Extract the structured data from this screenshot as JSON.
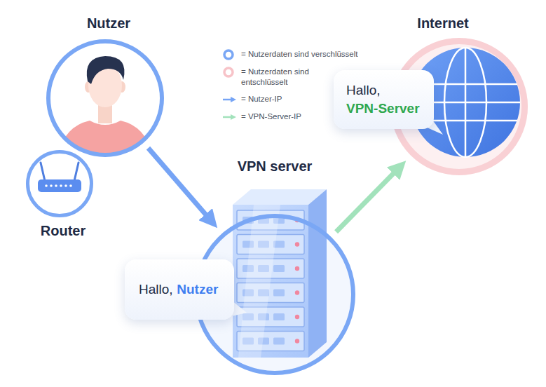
{
  "diagram": {
    "nodes": [
      {
        "text": [
          "Nutzer"
        ]
      },
      {
        "text": [
          "Internet"
        ]
      },
      {
        "text": [
          "Hallo,",
          "VPN-Server"
        ]
      },
      {
        "text": [
          "Router"
        ]
      },
      {
        "text": [
          "VPN server"
        ]
      },
      {
        "text": [
          "Hallo,",
          "Nutzer"
        ]
      }
    ],
    "edges": [
      {
        "from": 0,
        "to": 4,
        "arrow": "to"
      },
      {
        "from": 4,
        "to": 1,
        "arrow": "to"
      }
    ],
    "legend": [
      {
        "text": "= Nutzerdaten sind verschlüsselt"
      },
      {
        "text": "= Nutzerdaten sind entschlüsselt"
      },
      {
        "text": "= Nutzer-IP"
      },
      {
        "text": "= VPN-Server-IP"
      }
    ]
  }
}
